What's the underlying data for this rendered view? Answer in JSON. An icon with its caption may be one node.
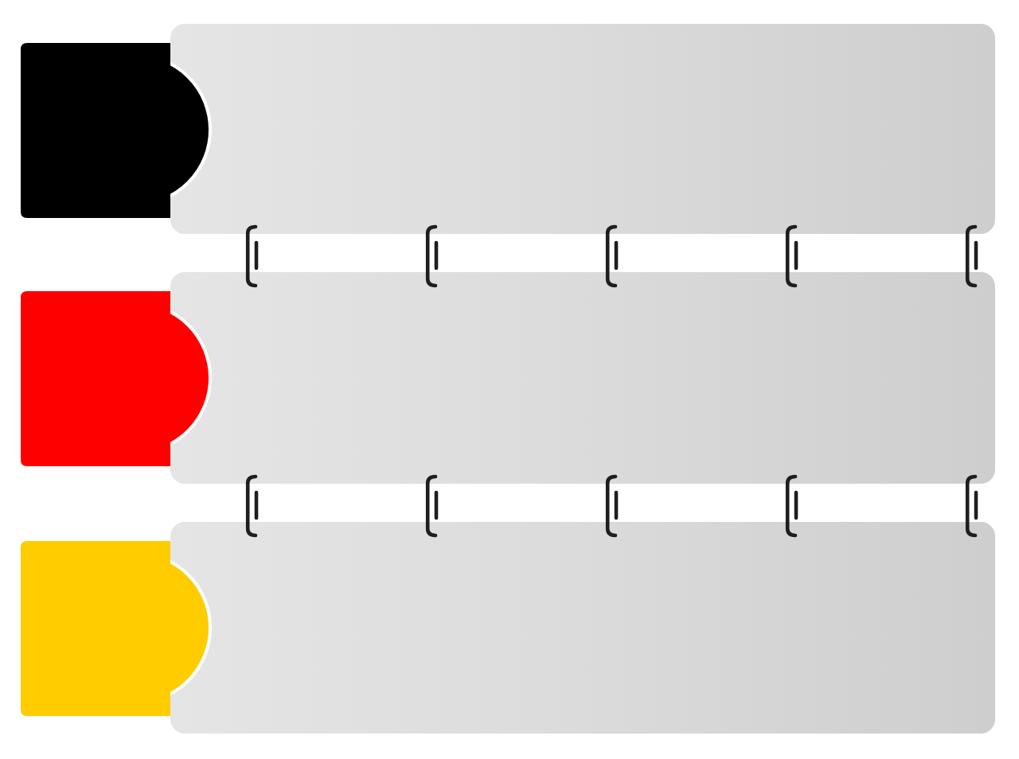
{
  "diagram": {
    "nodes": [
      {
        "text": [],
        "shape": "tab"
      },
      {
        "text": [],
        "shape": "box"
      },
      {
        "text": [],
        "shape": "tab"
      },
      {
        "text": [],
        "shape": "box"
      },
      {
        "text": [],
        "shape": "tab"
      },
      {
        "text": [],
        "shape": "box"
      }
    ],
    "edges": [
      {
        "from": 1,
        "to": 3,
        "arrow": "none"
      },
      {
        "from": 1,
        "to": 3,
        "arrow": "none"
      },
      {
        "from": 1,
        "to": 3,
        "arrow": "none"
      },
      {
        "from": 1,
        "to": 3,
        "arrow": "none"
      },
      {
        "from": 1,
        "to": 3,
        "arrow": "none"
      },
      {
        "from": 3,
        "to": 5,
        "arrow": "none"
      },
      {
        "from": 3,
        "to": 5,
        "arrow": "none"
      },
      {
        "from": 3,
        "to": 5,
        "arrow": "none"
      },
      {
        "from": 3,
        "to": 5,
        "arrow": "none"
      },
      {
        "from": 3,
        "to": 5,
        "arrow": "none"
      }
    ]
  }
}
